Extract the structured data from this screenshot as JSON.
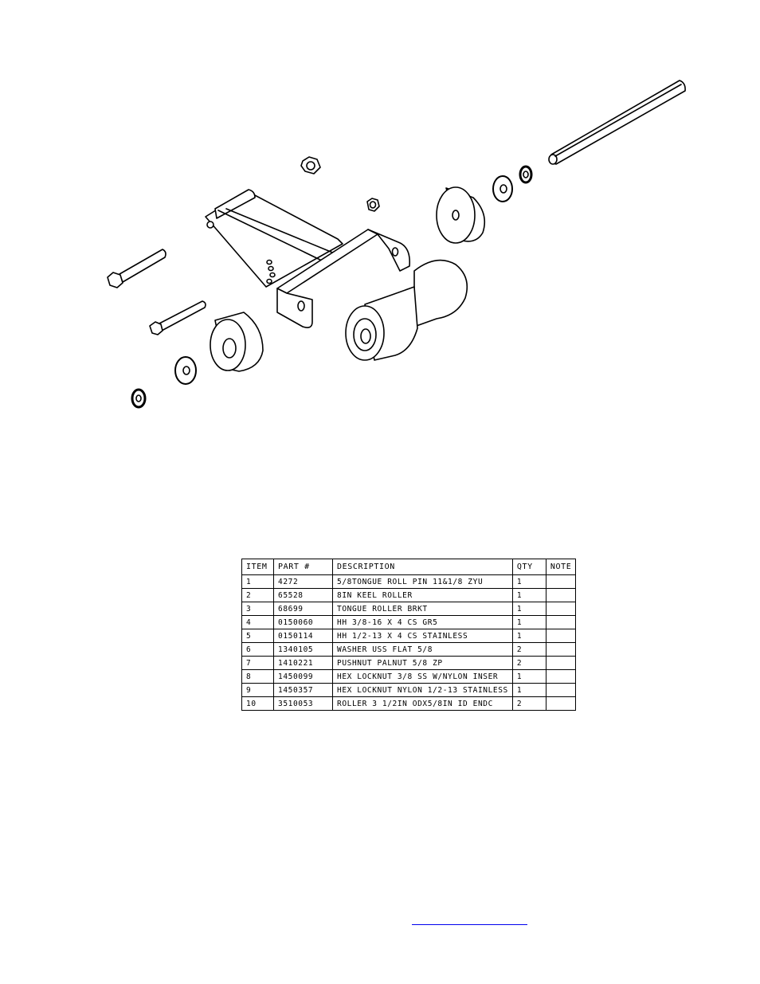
{
  "bom": {
    "headers": [
      "ITEM",
      "PART #",
      "DESCRIPTION",
      "QTY",
      "NOTE"
    ],
    "rows": [
      {
        "item": "1",
        "part": "4272",
        "description": "5/8TONGUE ROLL PIN 11&1/8 ZYU",
        "qty": "1",
        "note": ""
      },
      {
        "item": "2",
        "part": "65528",
        "description": "8IN KEEL ROLLER",
        "qty": "1",
        "note": ""
      },
      {
        "item": "3",
        "part": "68699",
        "description": "TONGUE ROLLER BRKT",
        "qty": "1",
        "note": ""
      },
      {
        "item": "4",
        "part": "0150060",
        "description": "HH 3/8-16 X 4 CS GR5",
        "qty": "1",
        "note": ""
      },
      {
        "item": "5",
        "part": "0150114",
        "description": "HH 1/2-13 X 4 CS STAINLESS",
        "qty": "1",
        "note": ""
      },
      {
        "item": "6",
        "part": "1340105",
        "description": "WASHER USS FLAT 5/8",
        "qty": "2",
        "note": ""
      },
      {
        "item": "7",
        "part": "1410221",
        "description": "PUSHNUT PALNUT 5/8 ZP",
        "qty": "2",
        "note": ""
      },
      {
        "item": "8",
        "part": "1450099",
        "description": "HEX LOCKNUT 3/8 SS W/NYLON INSER",
        "qty": "1",
        "note": ""
      },
      {
        "item": "9",
        "part": "1450357",
        "description": "HEX LOCKNUT NYLON 1/2-13 STAINLESS",
        "qty": "1",
        "note": ""
      },
      {
        "item": "10",
        "part": "3510053",
        "description": "ROLLER  3 1/2IN ODX5/8IN ID ENDC",
        "qty": "2",
        "note": ""
      }
    ]
  },
  "colors": {
    "line": "#000000",
    "part_fill": "#ffffff",
    "link": "#0000ee"
  },
  "icons": [
    "roll-pin-icon",
    "keel-roller-icon",
    "bracket-icon",
    "bolt-icon",
    "washer-icon",
    "pushnut-icon",
    "hex-nut-icon",
    "end-roller-icon"
  ]
}
